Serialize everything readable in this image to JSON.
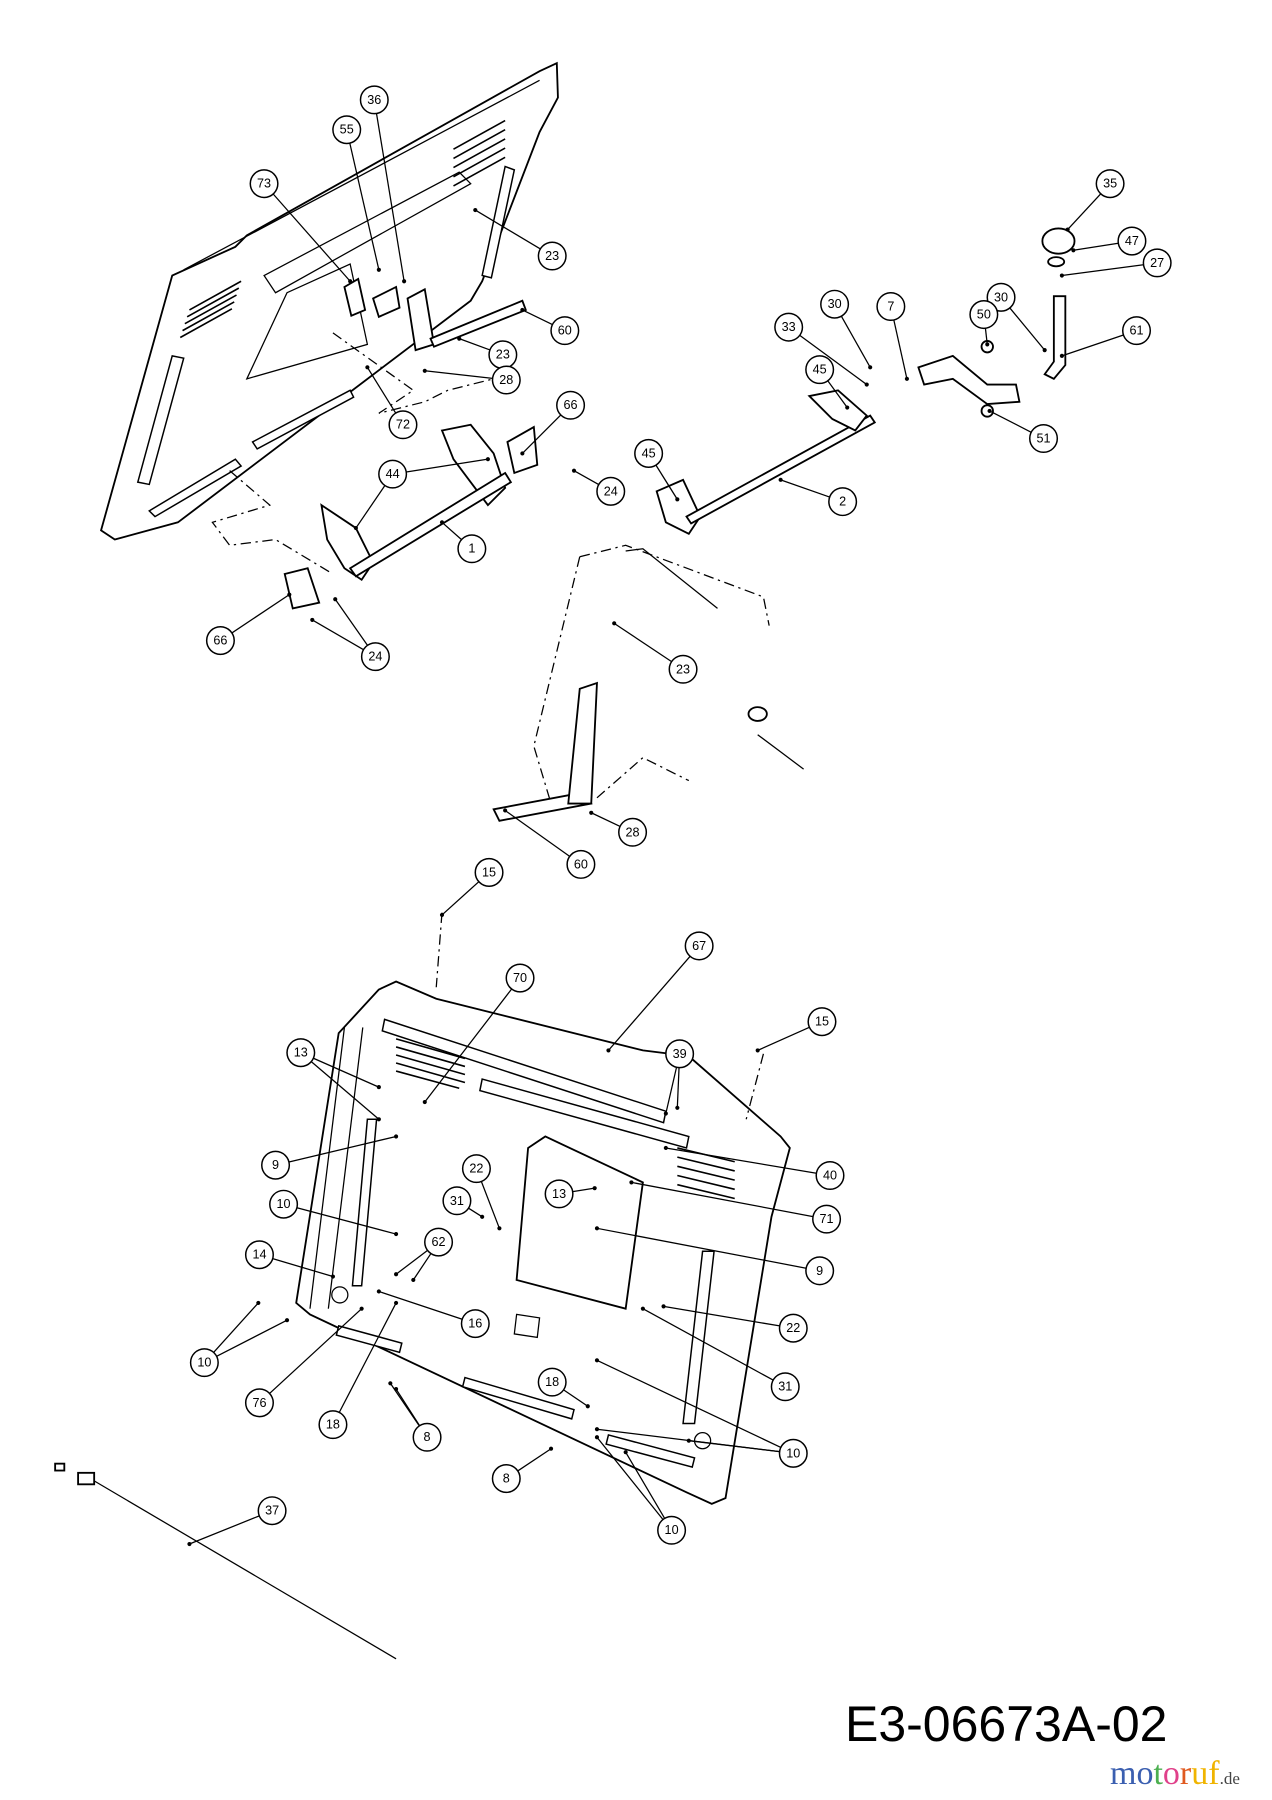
{
  "diagram": {
    "part_number": "E3-06673A-02",
    "watermark": {
      "letters": [
        "m",
        "o",
        "t",
        "o",
        "r",
        "u",
        "f"
      ],
      "letter_colors": [
        "#3b5fb0",
        "#3b5fb0",
        "#4caf50",
        "#e0408a",
        "#e05a20",
        "#f0b400",
        "#f0b400"
      ],
      "suffix": ".de"
    },
    "callouts": [
      "36",
      "55",
      "73",
      "23",
      "60",
      "23",
      "28",
      "72",
      "66",
      "44",
      "24",
      "1",
      "66",
      "24",
      "35",
      "47",
      "27",
      "30",
      "61",
      "30",
      "7",
      "50",
      "33",
      "45",
      "51",
      "45",
      "2",
      "23",
      "28",
      "60",
      "15",
      "67",
      "70",
      "15",
      "13",
      "39",
      "9",
      "40",
      "22",
      "31",
      "13",
      "71",
      "10",
      "62",
      "14",
      "9",
      "16",
      "22",
      "10",
      "18",
      "31",
      "76",
      "18",
      "8",
      "10",
      "8",
      "10",
      "37"
    ]
  }
}
